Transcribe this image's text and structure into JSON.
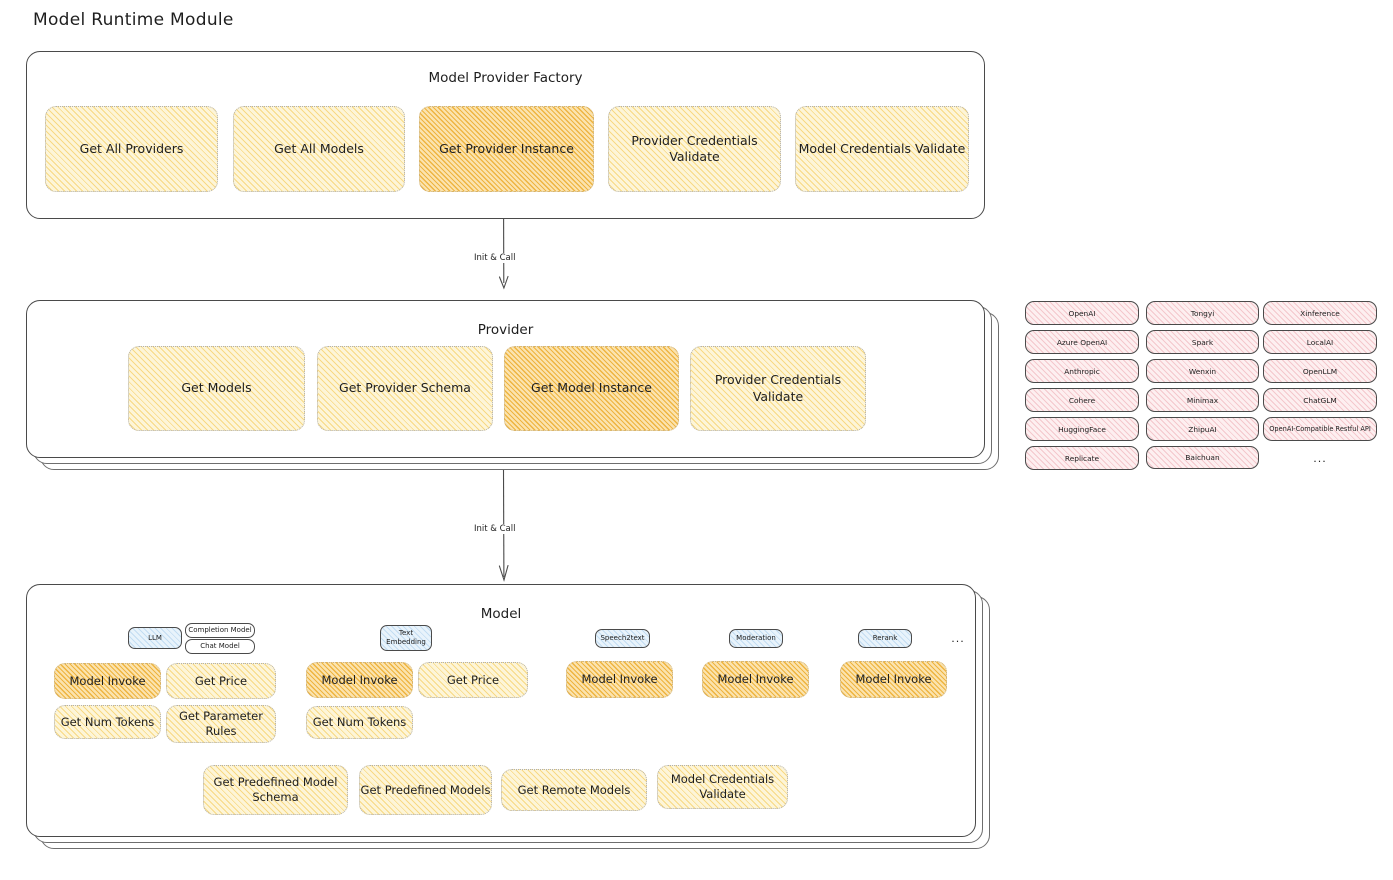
{
  "page": {
    "title": "Model Runtime Module"
  },
  "factory": {
    "title": "Model Provider Factory",
    "methods": [
      {
        "label": "Get All Providers",
        "highlight": false
      },
      {
        "label": "Get All Models",
        "highlight": false
      },
      {
        "label": "Get Provider Instance",
        "highlight": true
      },
      {
        "label": "Provider Credentials Validate",
        "highlight": false
      },
      {
        "label": "Model Credentials Validate",
        "highlight": false
      }
    ]
  },
  "arrows": [
    {
      "label": "Init & Call"
    },
    {
      "label": "Init & Call"
    }
  ],
  "provider": {
    "title": "Provider",
    "methods": [
      {
        "label": "Get Models",
        "highlight": false
      },
      {
        "label": "Get Provider Schema",
        "highlight": false
      },
      {
        "label": "Get Model Instance",
        "highlight": true
      },
      {
        "label": "Provider Credentials Validate",
        "highlight": false
      }
    ]
  },
  "provider_list": {
    "columns": [
      {
        "items": [
          "OpenAI",
          "Azure OpenAI",
          "Anthropic",
          "Cohere",
          "HuggingFace",
          "Replicate"
        ],
        "ellipsis": false
      },
      {
        "items": [
          "Tongyi",
          "Spark",
          "Wenxin",
          "Minimax",
          "ZhipuAI",
          "Baichuan"
        ],
        "ellipsis": false
      },
      {
        "items": [
          "Xinference",
          "LocalAI",
          "OpenLLM",
          "ChatGLM",
          "OpenAI-Compatible Restful API"
        ],
        "ellipsis": true
      }
    ],
    "ellipsis_mark": "..."
  },
  "model": {
    "title": "Model",
    "ellipsis_mark": "...",
    "types": [
      {
        "badge": "LLM",
        "badge_style": "blue",
        "sub_badges": [
          "Completion Model",
          "Chat Model"
        ],
        "methods": [
          {
            "label": "Model Invoke",
            "highlight": true
          },
          {
            "label": "Get Price",
            "highlight": false
          },
          {
            "label": "Get Num Tokens",
            "highlight": false
          },
          {
            "label": "Get Parameter Rules",
            "highlight": false
          }
        ]
      },
      {
        "badge": "Text\nEmbedding",
        "badge_style": "blue",
        "sub_badges": [],
        "methods": [
          {
            "label": "Model Invoke",
            "highlight": true
          },
          {
            "label": "Get Price",
            "highlight": false
          },
          {
            "label": "Get Num Tokens",
            "highlight": false
          }
        ]
      },
      {
        "badge": "Speech2text",
        "badge_style": "blue",
        "sub_badges": [],
        "methods": [
          {
            "label": "Model Invoke",
            "highlight": true
          }
        ]
      },
      {
        "badge": "Moderation",
        "badge_style": "blue",
        "sub_badges": [],
        "methods": [
          {
            "label": "Model Invoke",
            "highlight": true
          }
        ]
      },
      {
        "badge": "Rerank",
        "badge_style": "blue",
        "sub_badges": [],
        "methods": [
          {
            "label": "Model Invoke",
            "highlight": true
          }
        ]
      }
    ],
    "common_methods": [
      {
        "label": "Get Predefined Model Schema"
      },
      {
        "label": "Get Predefined Models"
      },
      {
        "label": "Get Remote Models"
      },
      {
        "label": "Model Credentials Validate"
      }
    ]
  }
}
